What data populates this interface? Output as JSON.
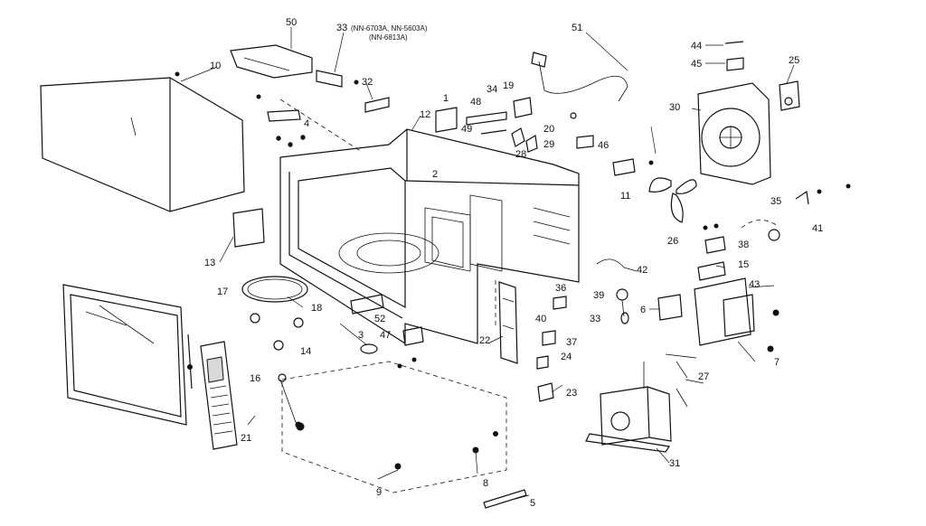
{
  "callouts": [
    {
      "id": "c50",
      "text": "50"
    },
    {
      "id": "c33",
      "text": "33"
    },
    {
      "id": "c33a",
      "text": "(NN-6703A, NN-5603A)"
    },
    {
      "id": "c33b",
      "text": "(NN-6813A)"
    },
    {
      "id": "c51",
      "text": "51"
    },
    {
      "id": "c44",
      "text": "44"
    },
    {
      "id": "c45",
      "text": "45"
    },
    {
      "id": "c25",
      "text": "25"
    },
    {
      "id": "c10",
      "text": "10"
    },
    {
      "id": "c32",
      "text": "32"
    },
    {
      "id": "c4",
      "text": "4"
    },
    {
      "id": "c12",
      "text": "12"
    },
    {
      "id": "c1",
      "text": "1"
    },
    {
      "id": "c48",
      "text": "48"
    },
    {
      "id": "c34",
      "text": "34"
    },
    {
      "id": "c19",
      "text": "19"
    },
    {
      "id": "c49",
      "text": "49"
    },
    {
      "id": "c20",
      "text": "20"
    },
    {
      "id": "c29",
      "text": "29"
    },
    {
      "id": "c28",
      "text": "28"
    },
    {
      "id": "c46",
      "text": "46"
    },
    {
      "id": "c30",
      "text": "30"
    },
    {
      "id": "c2",
      "text": "2"
    },
    {
      "id": "c11",
      "text": "11"
    },
    {
      "id": "c26",
      "text": "26"
    },
    {
      "id": "c35",
      "text": "35"
    },
    {
      "id": "c41",
      "text": "41"
    },
    {
      "id": "c38",
      "text": "38"
    },
    {
      "id": "c15",
      "text": "15"
    },
    {
      "id": "c42",
      "text": "42"
    },
    {
      "id": "c43",
      "text": "43"
    },
    {
      "id": "c13",
      "text": "13"
    },
    {
      "id": "c17",
      "text": "17"
    },
    {
      "id": "c36",
      "text": "36"
    },
    {
      "id": "c39",
      "text": "39"
    },
    {
      "id": "c33c",
      "text": "33"
    },
    {
      "id": "c6",
      "text": "6"
    },
    {
      "id": "c18",
      "text": "18"
    },
    {
      "id": "c52",
      "text": "52"
    },
    {
      "id": "c40",
      "text": "40"
    },
    {
      "id": "c37",
      "text": "37"
    },
    {
      "id": "c14",
      "text": "14"
    },
    {
      "id": "c3",
      "text": "3"
    },
    {
      "id": "c47",
      "text": "47"
    },
    {
      "id": "c22",
      "text": "22"
    },
    {
      "id": "c24",
      "text": "24"
    },
    {
      "id": "c7",
      "text": "7"
    },
    {
      "id": "c16",
      "text": "16"
    },
    {
      "id": "c27",
      "text": "27"
    },
    {
      "id": "c23",
      "text": "23"
    },
    {
      "id": "c21",
      "text": "21"
    },
    {
      "id": "c31",
      "text": "31"
    },
    {
      "id": "c8",
      "text": "8"
    },
    {
      "id": "c9",
      "text": "9"
    },
    {
      "id": "c5",
      "text": "5"
    }
  ]
}
